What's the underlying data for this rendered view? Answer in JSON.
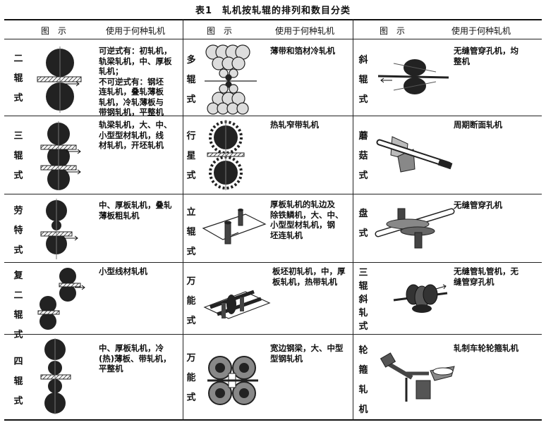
{
  "title": {
    "number": "表1",
    "text": "轧机按轧辊的排列和数目分类"
  },
  "headers": [
    {
      "figure": "图　示",
      "usage": "使用于何种轧机"
    },
    {
      "figure": "图　示",
      "usage": "使用于何种轧机"
    },
    {
      "figure": "图　示",
      "usage": "使用于何种轧机"
    }
  ],
  "columns": [
    [
      {
        "name": [
          "二",
          "辊",
          "式"
        ],
        "usage": [
          "可逆式有：初轧机，",
          "轨梁轧机，中、厚板",
          "轧机；",
          "不可逆式有：钢坯",
          "连轧机，叠轧薄板",
          "轧机，冷轧薄板与",
          "带钢轧机，平整机"
        ]
      },
      {
        "name": [
          "三",
          "辊",
          "式"
        ],
        "usage": [
          "轨梁轧机，大、中、",
          "小型型材轧机，线",
          "材轧机，开坯轧机"
        ]
      },
      {
        "name": [
          "劳",
          "特",
          "式"
        ],
        "usage": [
          "中、厚板轧机，叠轧",
          "薄板粗轧机"
        ]
      },
      {
        "name": [
          "复",
          "二",
          "辊",
          "式"
        ],
        "usage": [
          "小型线材轧机"
        ]
      },
      {
        "name": [
          "四",
          "辊",
          "式"
        ],
        "usage": [
          "中、厚板轧机，冷",
          "(热)薄板、带轧机，",
          "平整机"
        ]
      }
    ],
    [
      {
        "name": [
          "多",
          "辊",
          "式"
        ],
        "usage": [
          "薄带和箔材冷轧机"
        ]
      },
      {
        "name": [
          "行",
          "星",
          "式"
        ],
        "usage": [
          "热轧窄带轧机"
        ]
      },
      {
        "name": [
          "立",
          "辊",
          "式"
        ],
        "usage": [
          "厚板轧机的轧边及",
          "除铁鳞机，大、中、",
          "小型型材轧机，钢",
          "坯连轧机"
        ]
      },
      {
        "name": [
          "万",
          "能",
          "式"
        ],
        "usage": [
          "板坯初轧机，中，厚",
          "板轧机，热带轧机"
        ]
      },
      {
        "name": [
          "万",
          "能",
          "式"
        ],
        "usage": [
          "宽边钢梁，大、中型",
          "型钢轧机"
        ]
      }
    ],
    [
      {
        "name": [
          "斜",
          "辊",
          "式"
        ],
        "usage": [
          "无缝管穿孔机，均",
          "整机"
        ]
      },
      {
        "name": [
          "蘑",
          "菇",
          "式"
        ],
        "usage": [
          "周期断面轧机"
        ]
      },
      {
        "name": [
          "盘",
          "式"
        ],
        "usage": [
          "无缝管穿孔机"
        ]
      },
      {
        "name": [
          "三",
          "辊",
          "斜",
          "轧",
          "式"
        ],
        "usage": [
          "无缝管轧管机，无",
          "缝管穿孔机"
        ]
      },
      {
        "name": [
          "轮",
          "箍",
          "轧",
          "机"
        ],
        "usage": [
          "轧制车轮轮箍轧机"
        ]
      }
    ]
  ]
}
